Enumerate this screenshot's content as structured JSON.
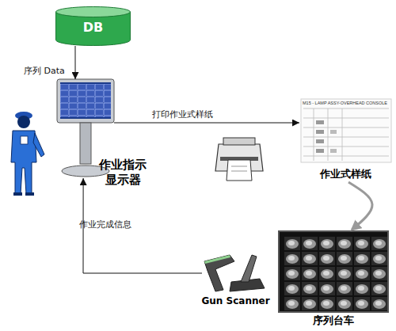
{
  "diagram": {
    "nodes": [
      {
        "text": [
          "DB"
        ]
      },
      {
        "text": [
          "作业指示 显示器"
        ]
      },
      {
        "text": [
          "作业式样纸"
        ]
      },
      {
        "text": [
          "序列台车"
        ]
      },
      {
        "text": [
          "Gun Scanner"
        ]
      }
    ],
    "edges": [
      {
        "from": 0,
        "to": 1,
        "arrow": "to",
        "label": "序列 Data"
      },
      {
        "from": 1,
        "to": 2,
        "arrow": "to",
        "label": "打印作业式样纸"
      },
      {
        "from": 2,
        "to": 3,
        "arrow": "to"
      },
      {
        "from": 4,
        "to": 1,
        "arrow": "to",
        "label": "作业完成信息"
      }
    ],
    "labels": [
      "M15 - LAMP ASSY-OVERHEAD CONSOLE"
    ]
  }
}
